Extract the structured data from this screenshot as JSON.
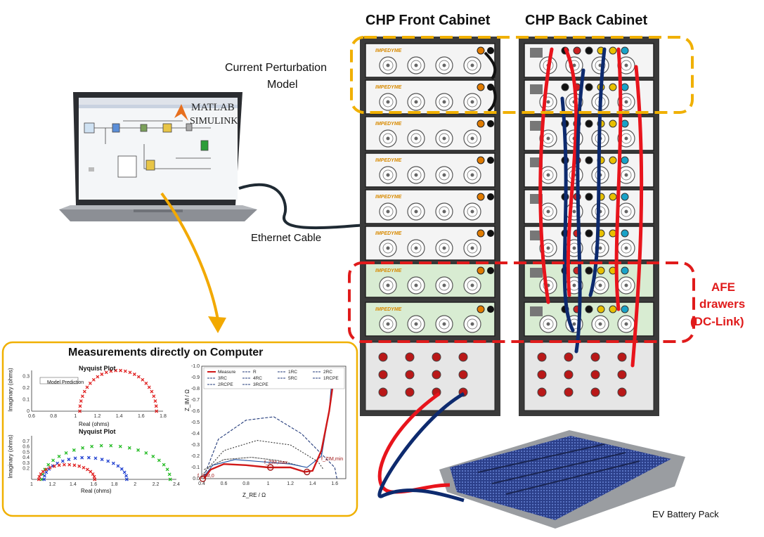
{
  "labels": {
    "front_cabinet": "CHP Front Cabinet",
    "back_cabinet": "CHP Back Cabinet",
    "perturbation_line1": "Current Perturbation",
    "perturbation_line2": "Model",
    "ethernet": "Ethernet Cable",
    "afe_line1": "AFE",
    "afe_line2": "drawers",
    "afe_line3": "(DC-Link)",
    "battery": "EV Battery Pack",
    "measurements_title": "Measurements directly on Computer",
    "drawer_brand": "IMPEDYME",
    "matlab_line1": "MATLAB",
    "matlab_line2": "SIMULINK"
  },
  "colors": {
    "perturbation_box": "#f0b000",
    "afe_box": "#e01b1b",
    "arrow": "#f2a900",
    "cable_red": "#e8141c",
    "cable_navy": "#0d2a6e",
    "afe_fill": "#d8ecd2",
    "cabinet_frame": "#3a3a3a"
  },
  "chart_data": [
    {
      "type": "scatter",
      "title": "Nyquist Plot",
      "xlabel": "Real (ohms)",
      "ylabel": "Imaginary (ohms)",
      "xlim": [
        0.6,
        1.8
      ],
      "ylim": [
        0,
        0.35
      ],
      "xticks": [
        "0.6",
        "0.8",
        "1",
        "1.2",
        "1.4",
        "1.6",
        "1.8"
      ],
      "yticks": [
        "0",
        "0.1",
        "0.2",
        "0.3"
      ],
      "legend": [
        "Model Prediction"
      ],
      "series": [
        {
          "name": "Model Prediction",
          "color": "#e02020",
          "center": 1.39,
          "radius": 0.35,
          "count": 26
        }
      ]
    },
    {
      "type": "scatter",
      "title": "Nyquist Plot",
      "xlabel": "Real (ohms)",
      "ylabel": "Imaginary (ohms)",
      "xlim": [
        1.0,
        2.4
      ],
      "ylim": [
        0,
        0.8
      ],
      "xticks": [
        "1",
        "1.2",
        "1.4",
        "1.6",
        "1.8",
        "2",
        "2.2",
        "2.4"
      ],
      "yticks": [
        "0.2",
        "0.3",
        "0.4",
        "0.5",
        "0.6",
        "0.7"
      ],
      "series": [
        {
          "color": "#22bb22",
          "center": 1.72,
          "radius": 0.62,
          "count": 22
        },
        {
          "color": "#1f3fd0",
          "center": 1.52,
          "radius": 0.4,
          "count": 20
        },
        {
          "color": "#e02020",
          "center": 1.34,
          "radius": 0.27,
          "count": 18
        }
      ]
    },
    {
      "type": "line",
      "xlabel": "Z_RE / Ω",
      "ylabel": "Z_IM / Ω",
      "xlim": [
        0.4,
        1.7
      ],
      "ylim": [
        0.0,
        -1.0
      ],
      "xticks": [
        "0.4",
        "0.6",
        "0.8",
        "1",
        "1.2",
        "1.4",
        "1.6"
      ],
      "yticks": [
        "-1.0",
        "-0.9",
        "-0.8",
        "-0.7",
        "-0.6",
        "-0.5",
        "-0.4",
        "-0.3",
        "-0.2",
        "-0.1",
        "0.0"
      ],
      "legend": [
        "Measure",
        "R",
        "1RC",
        "2RC",
        "3RC",
        "4RC",
        "5RC",
        "1RCPE",
        "2RCPE",
        "3RCPE"
      ],
      "annotations": [
        "f_ZIM,0",
        "f_ZIM,max",
        "f_ZIM,min"
      ]
    }
  ]
}
